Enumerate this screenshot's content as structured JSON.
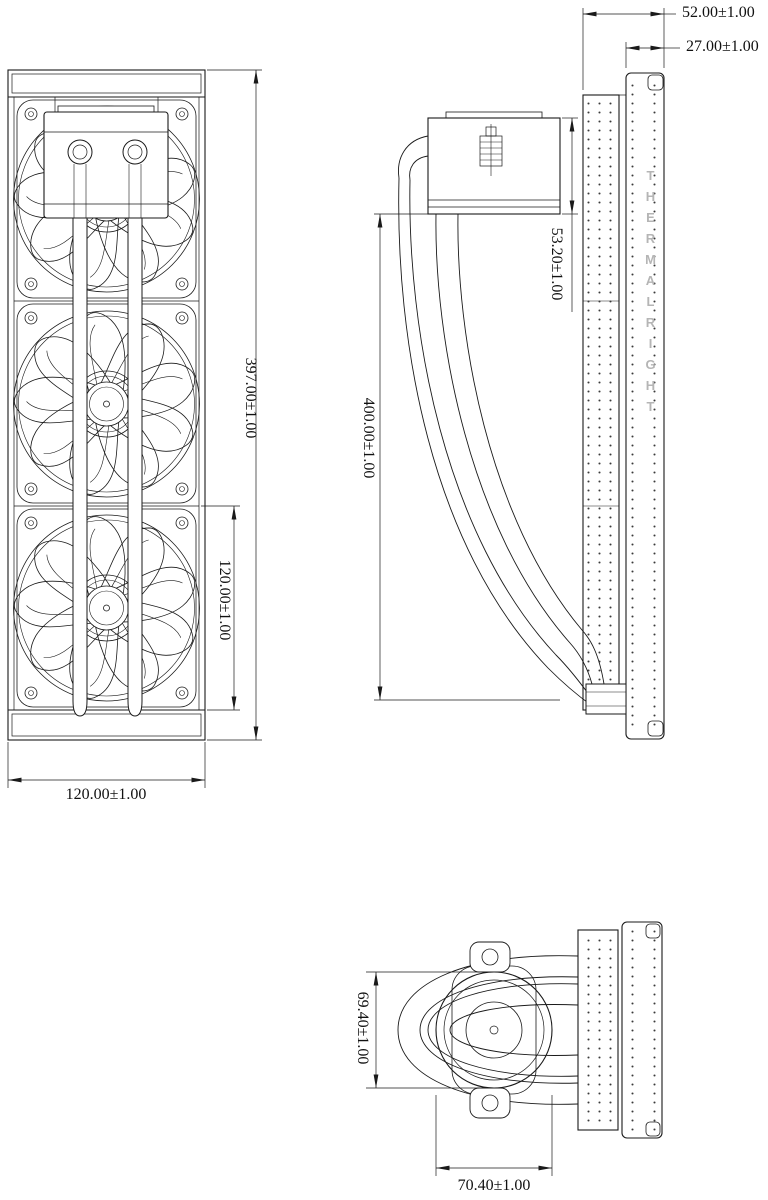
{
  "brand": {
    "vertical_label": "THERMALRIGHT"
  },
  "dimensions": {
    "front_height": "397.00±1.00",
    "front_fan_pitch": "120.00±1.00",
    "front_width": "120.00±1.00",
    "pump_height": "53.20±1.00",
    "tube_length": "400.00±1.00",
    "radiator_total_thickness": "52.00±1.00",
    "radiator_core_thickness": "27.00±1.00",
    "pump_depth": "69.40±1.00",
    "pump_width": "70.40±1.00"
  },
  "colors": {
    "ink": "#1a1a1a",
    "background": "#ffffff",
    "brand_gray": "#b5b5b5"
  }
}
